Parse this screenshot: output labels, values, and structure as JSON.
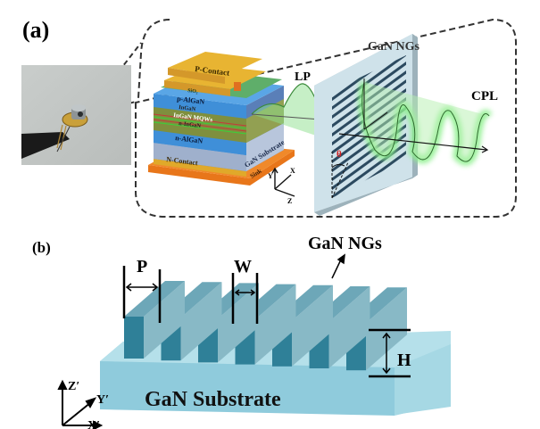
{
  "panel_a": {
    "label": "(a)",
    "photo": {
      "description": "packaged laser diode held by tweezers"
    },
    "layers": [
      {
        "name": "P-Contact",
        "color": "#e0a92a"
      },
      {
        "name": "SiO₂",
        "color": "#5fae6a"
      },
      {
        "name": "p-AlGaN",
        "color": "#3f8fd8"
      },
      {
        "name": "InGaN",
        "color": "#7f8f3e"
      },
      {
        "name": "InGaN MQWs",
        "color": "#7f8f3e"
      },
      {
        "name": "n-InGaN",
        "color": "#7f8f3e"
      },
      {
        "name": "n-AlGaN",
        "color": "#3f8fd8"
      },
      {
        "name": "GaN Substrate",
        "color": "#9fb0cc"
      },
      {
        "name": "N-Contact",
        "color": "#e0a92a"
      },
      {
        "name": "Sink",
        "color": "#e8761a"
      }
    ],
    "axes": {
      "y": "Y",
      "x": "X",
      "z": "Z"
    },
    "lp_label": "LP",
    "grating_label": "GaN NGs",
    "angle_label": "θ",
    "cpl_label": "CPL"
  },
  "panel_b": {
    "label": "(b)",
    "period_label": "P",
    "width_label": "W",
    "height_label": "H",
    "grating_label": "GaN NGs",
    "substrate_label": "GaN Substrate",
    "axes": {
      "z": "Z′",
      "y": "Y′",
      "x": "X′"
    }
  },
  "colors": {
    "substrate_top": "#b5e0ea",
    "substrate_front": "#8fcbdc",
    "substrate_side": "#a6d8e4",
    "ridge_front": "#2f8098",
    "ridge_top": "#6da7b8",
    "ridge_side": "#88b9c6",
    "wave_green": "#5fd85f",
    "glow_green": "#8ef08e",
    "angle_red": "#d42020"
  }
}
